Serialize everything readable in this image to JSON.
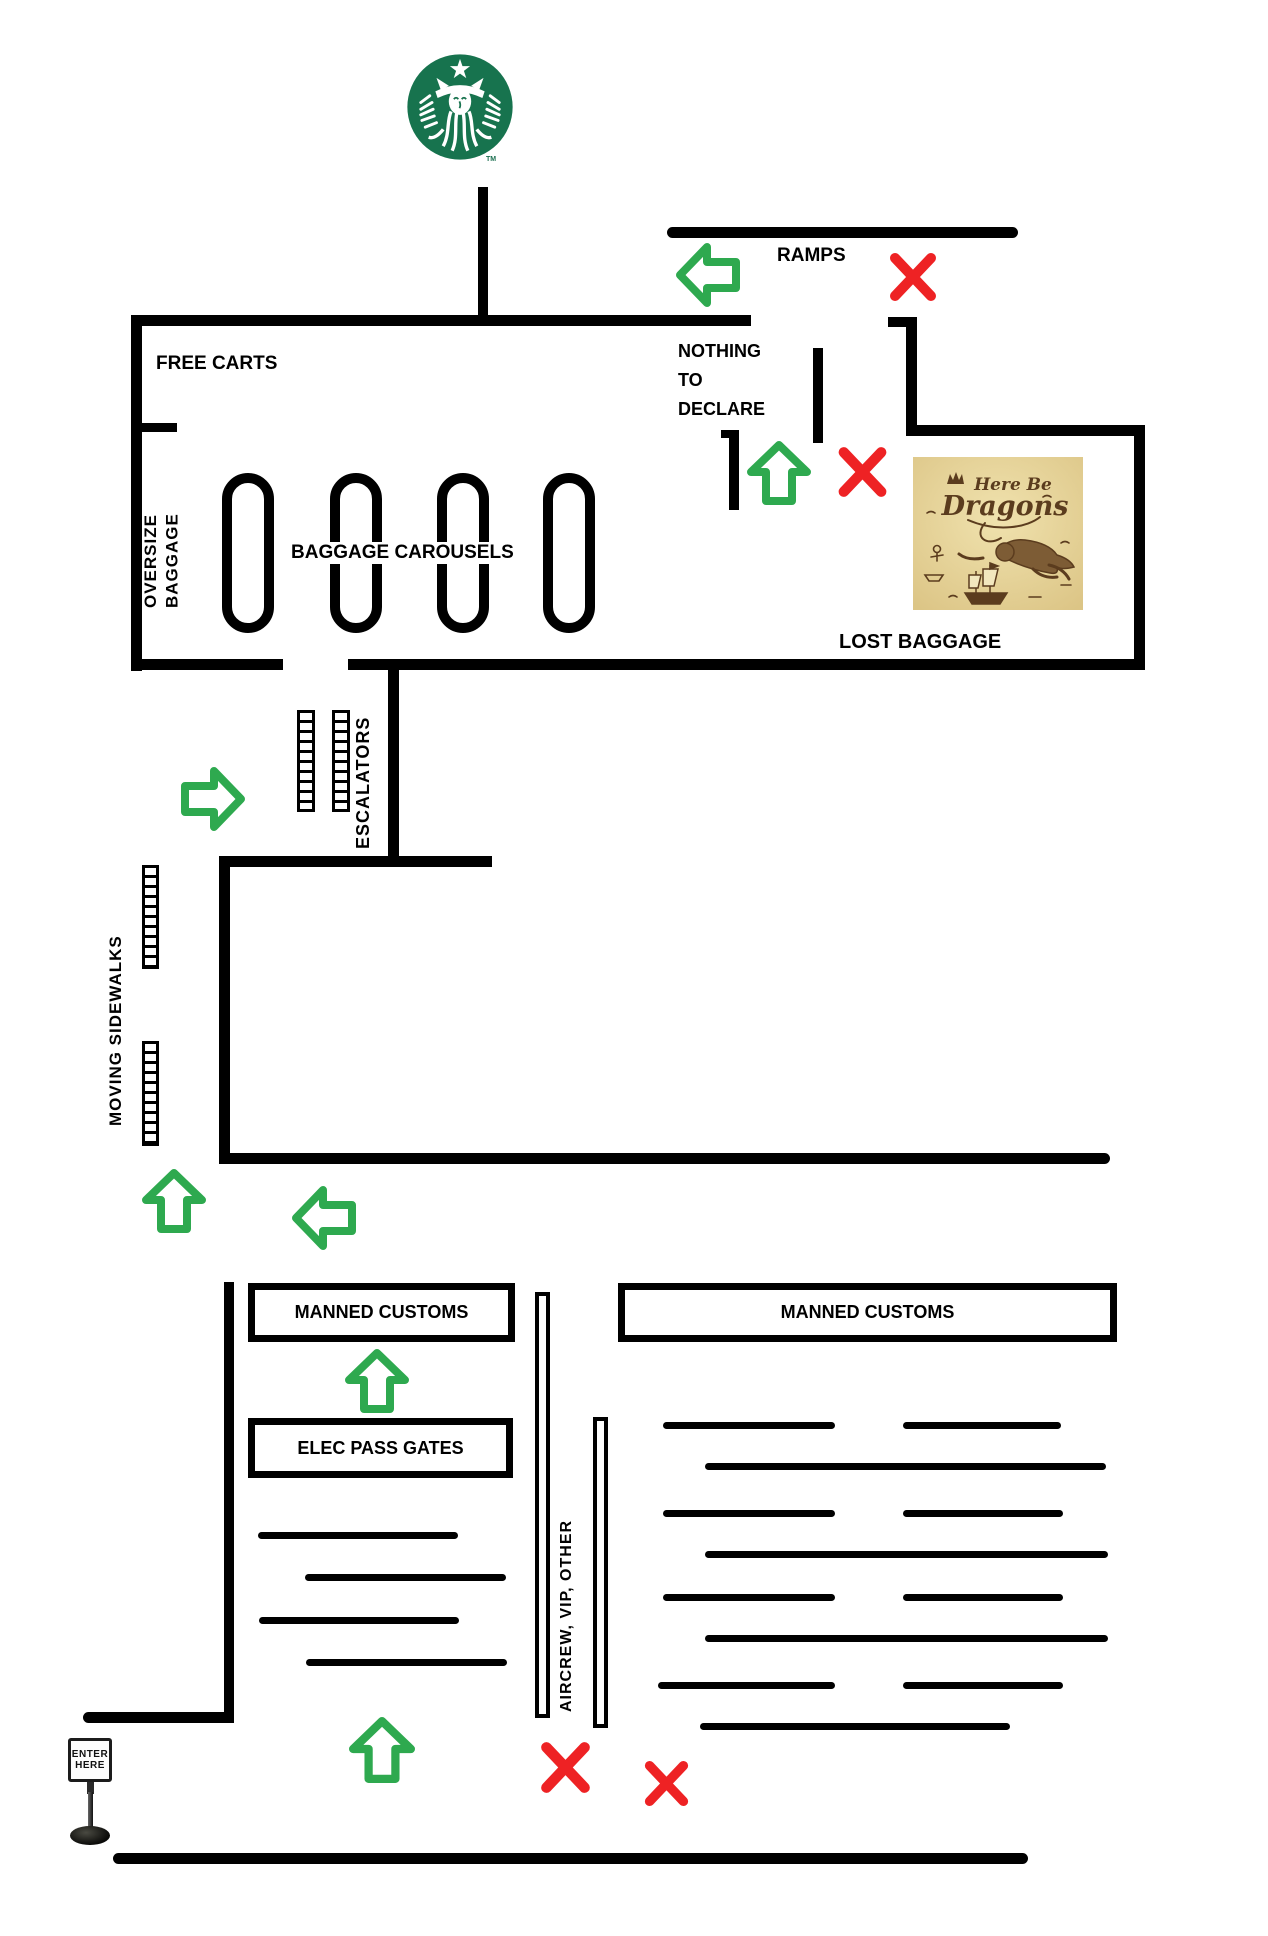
{
  "colors": {
    "wall": "#000000",
    "arrow_green": "#2EA94F",
    "cross_red": "#EE2224",
    "starbucks_green": "#17734E",
    "parchment_light": "#F0E2AE",
    "parchment_dark": "#DCC586",
    "ink_brown": "#5B3C1E"
  },
  "labels": {
    "ramps": "RAMPS",
    "free_carts": "FREE CARTS",
    "oversize_baggage": "OVERSIZE\nBAGGAGE",
    "baggage_carousels": "BAGGAGE CAROUSELS",
    "nothing_to_declare": "NOTHING\nTO\nDECLARE",
    "lost_baggage": "LOST BAGGAGE",
    "escalators": "ESCALATORS",
    "moving_sidewalks": "MOVING SIDEWALKS",
    "manned_customs_left": "MANNED CUSTOMS",
    "manned_customs_right": "MANNED CUSTOMS",
    "elec_pass_gates": "ELEC PASS GATES",
    "aircrew_vip_other": "AIRCREW, VIP, OTHER",
    "trademark": "TM"
  },
  "enter_here_sign": {
    "line1": "ENTER",
    "line2": "HERE"
  },
  "dragons_poster": {
    "title_line1": "Here Be",
    "title_line2": "Dragons"
  },
  "icons": {
    "logo": "starbucks-siren-logo",
    "poster": "here-be-dragons-map-art",
    "sign": "enter-here-sign",
    "green_arrow_directions": [
      "left",
      "up",
      "right",
      "up",
      "left",
      "up",
      "up"
    ],
    "red_cross_count": 4
  },
  "symbols": {
    "baggage_carousel_count": 4,
    "escalator_count": 2,
    "moving_sidewalk_count": 2,
    "left_queue_line_count": 4,
    "right_queue_row_count": 8
  }
}
